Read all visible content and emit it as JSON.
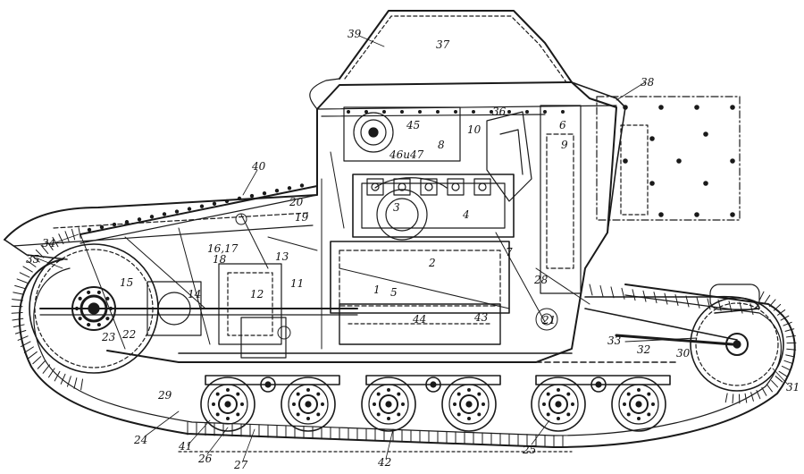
{
  "drawing": {
    "ink_color": "#1a1a1a",
    "paper_color": "#ffffff",
    "callouts": [
      {
        "id": "c1",
        "text": "1"
      },
      {
        "id": "c2",
        "text": "2"
      },
      {
        "id": "c3",
        "text": "3"
      },
      {
        "id": "c4",
        "text": "4"
      },
      {
        "id": "c5",
        "text": "5"
      },
      {
        "id": "c6",
        "text": "6"
      },
      {
        "id": "c7",
        "text": "7"
      },
      {
        "id": "c8",
        "text": "8"
      },
      {
        "id": "c9",
        "text": "9"
      },
      {
        "id": "c10",
        "text": "10"
      },
      {
        "id": "c11",
        "text": "11"
      },
      {
        "id": "c12",
        "text": "12"
      },
      {
        "id": "c13",
        "text": "13"
      },
      {
        "id": "c14",
        "text": "14"
      },
      {
        "id": "c15",
        "text": "15"
      },
      {
        "id": "c1617",
        "text": "16,17"
      },
      {
        "id": "c18",
        "text": "18"
      },
      {
        "id": "c19",
        "text": "19"
      },
      {
        "id": "c20",
        "text": "20"
      },
      {
        "id": "c21",
        "text": "21"
      },
      {
        "id": "c22",
        "text": "22"
      },
      {
        "id": "c23",
        "text": "23"
      },
      {
        "id": "c24",
        "text": "24"
      },
      {
        "id": "c25",
        "text": "25"
      },
      {
        "id": "c26",
        "text": "26"
      },
      {
        "id": "c27",
        "text": "27"
      },
      {
        "id": "c28",
        "text": "28"
      },
      {
        "id": "c29",
        "text": "29"
      },
      {
        "id": "c30",
        "text": "30"
      },
      {
        "id": "c31",
        "text": "31"
      },
      {
        "id": "c32",
        "text": "32"
      },
      {
        "id": "c33",
        "text": "33"
      },
      {
        "id": "c34",
        "text": "34"
      },
      {
        "id": "c35",
        "text": "35"
      },
      {
        "id": "c36",
        "text": "36"
      },
      {
        "id": "c37",
        "text": "37"
      },
      {
        "id": "c38",
        "text": "38"
      },
      {
        "id": "c39",
        "text": "39"
      },
      {
        "id": "c40",
        "text": "40"
      },
      {
        "id": "c41",
        "text": "41"
      },
      {
        "id": "c42",
        "text": "42"
      },
      {
        "id": "c43",
        "text": "43"
      },
      {
        "id": "c44",
        "text": "44"
      },
      {
        "id": "c45",
        "text": "45"
      },
      {
        "id": "c4647",
        "text": "46и47"
      }
    ]
  }
}
